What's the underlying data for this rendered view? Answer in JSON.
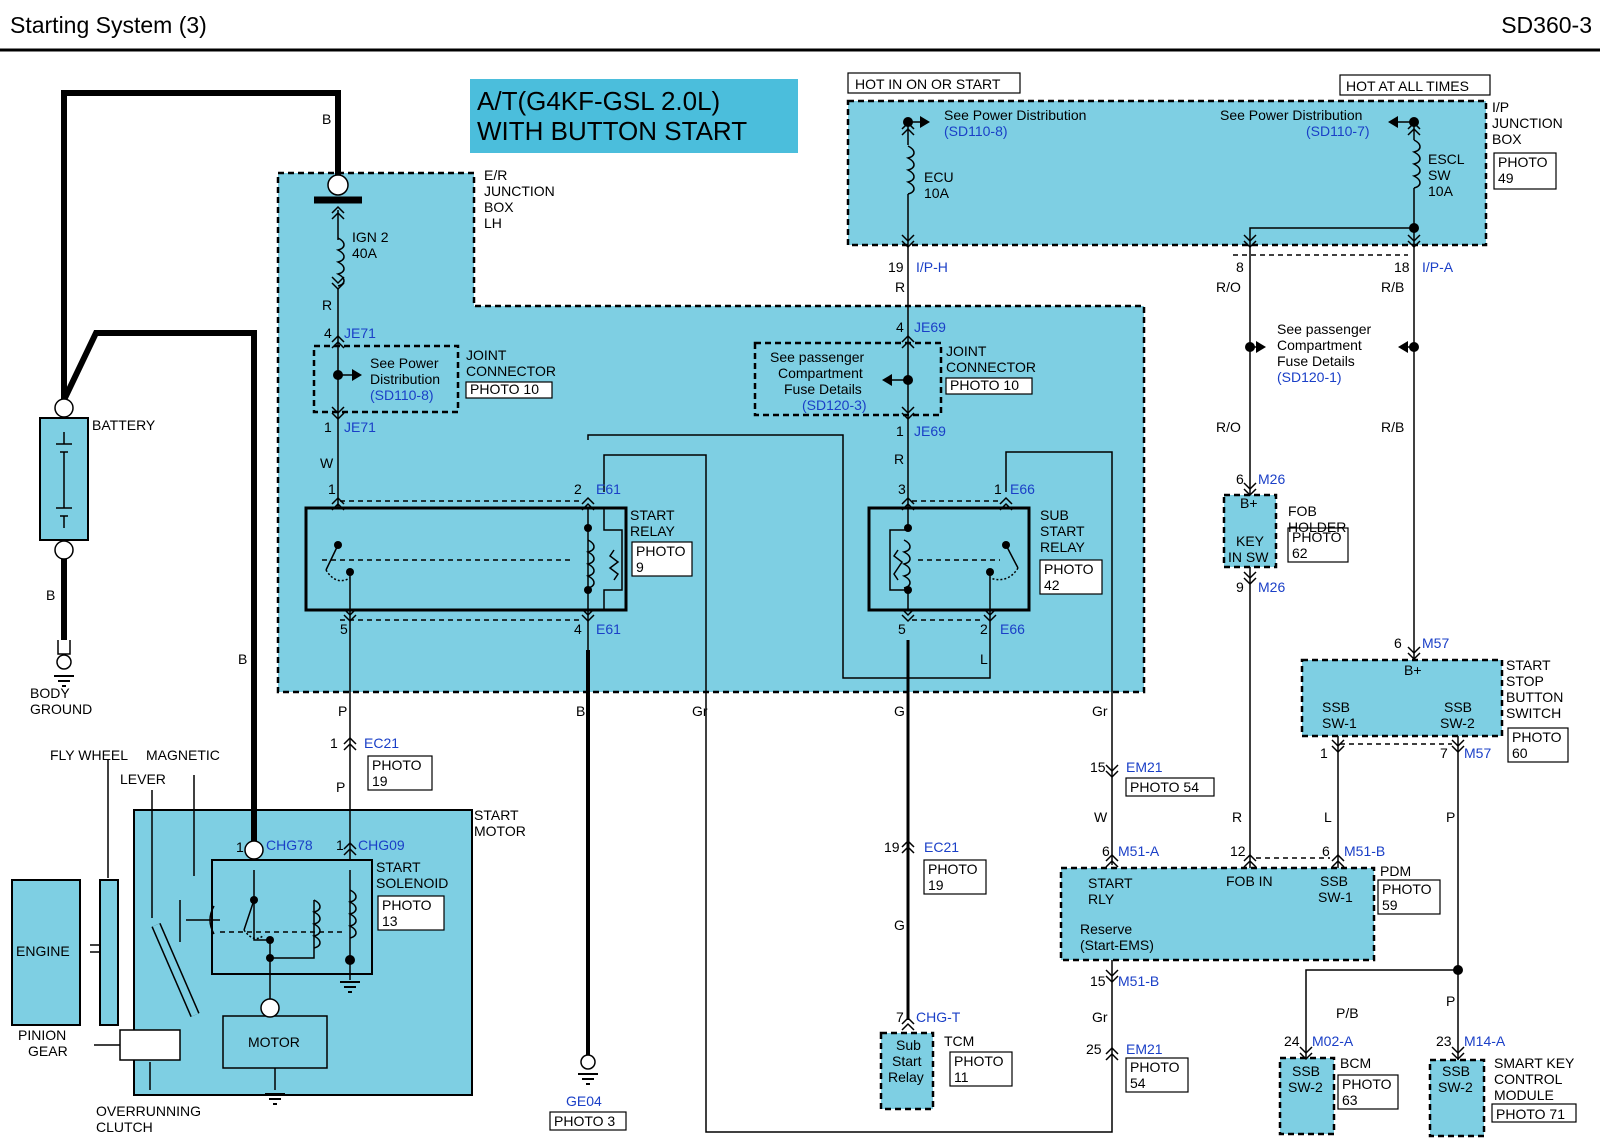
{
  "header": {
    "title": "Starting System (3)",
    "page_code": "SD360-3"
  },
  "banner": {
    "line1": "A/T(G4KF-GSL 2.0L)",
    "line2": "WITH BUTTON START"
  },
  "power_labels": {
    "hot_in_on": "HOT IN ON OR START",
    "hot_all": "HOT AT ALL TIMES"
  },
  "ip_box": {
    "label": [
      "I/P",
      "JUNCTION",
      "BOX"
    ],
    "photo": [
      "PHOTO",
      "49"
    ],
    "spd_left": "See Power Distribution",
    "spd_left_ref": "(SD110-8)",
    "spd_right": "See Power Distribution",
    "spd_right_ref": "(SD110-7)",
    "fuse_ecu": [
      "ECU",
      "10A"
    ],
    "fuse_escl": [
      "ESCL",
      "SW",
      "10A"
    ],
    "pin19": "19",
    "conn_iph": "I/P-H",
    "pin8": "8",
    "pin18": "18",
    "conn_ipa": "I/P-A"
  },
  "er_box": {
    "label": [
      "E/R",
      "JUNCTION",
      "BOX",
      "LH"
    ],
    "fuse": [
      "IGN 2",
      "40A"
    ],
    "wire_b_top": "B",
    "wire_r": "R",
    "pin4": "4",
    "je71": "JE71",
    "pin1": "1",
    "je71b": "JE71",
    "wire_w": "W",
    "jc_left": [
      "See Power",
      "Distribution"
    ],
    "jc_left_ref": "(SD110-8)",
    "joint_left": [
      "JOINT",
      "CONNECTOR"
    ],
    "photo_left": "PHOTO 10",
    "jc_right": [
      "See passenger",
      "Compartment",
      "Fuse Details"
    ],
    "jc_right_ref": "(SD120-3)",
    "joint_right": [
      "JOINT",
      "CONNECTOR"
    ],
    "photo_right": "PHOTO 10",
    "je69_pin4": "4",
    "je69": "JE69",
    "je69_pin1": "1",
    "je69b": "JE69",
    "wire_r2": "R",
    "wire_r_top": "R"
  },
  "start_relay": {
    "label": [
      "START",
      "RELAY"
    ],
    "photo": [
      "PHOTO",
      "9"
    ],
    "p1": "1",
    "p2": "2",
    "e61": "E61",
    "p5": "5",
    "p4": "4",
    "e61b": "E61"
  },
  "sub_relay": {
    "label": [
      "SUB",
      "START",
      "RELAY"
    ],
    "photo": [
      "PHOTO",
      "42"
    ],
    "p3": "3",
    "p1": "1",
    "e66": "E66",
    "p5": "5",
    "p2": "2",
    "e66b": "E66",
    "wire_l": "L"
  },
  "battery": {
    "label": "BATTERY",
    "wire_b": "B",
    "ground": [
      "BODY",
      "GROUND"
    ],
    "wire_b2": "B"
  },
  "motor": {
    "label": [
      "START",
      "MOTOR"
    ],
    "solenoid": [
      "START",
      "SOLENOID"
    ],
    "photo": [
      "PHOTO",
      "13"
    ],
    "chg78_pin": "1",
    "chg78": "CHG78",
    "chg09_pin": "1",
    "chg09": "CHG09",
    "engine": "ENGINE",
    "motor_box": "MOTOR",
    "flywheel": "FLY WHEEL",
    "magnetic": "MAGNETIC",
    "lever": "LEVER",
    "pinion": [
      "PINION",
      "GEAR"
    ],
    "overrun": [
      "OVERRUNNING",
      "CLUTCH"
    ]
  },
  "ec21": {
    "pin": "1",
    "name": "EC21",
    "photo": [
      "PHOTO",
      "19"
    ],
    "wire_p1": "P",
    "wire_p2": "P"
  },
  "ge04": {
    "name": "GE04",
    "photo": "PHOTO 3",
    "wire_b": "B"
  },
  "wire_gr_mid": "Gr",
  "tcm": {
    "wire_g1": "G",
    "ec21_pin": "19",
    "ec21": "EC21",
    "photo": [
      "PHOTO",
      "19"
    ],
    "wire_g2": "G",
    "chg_pin": "7",
    "chgt": "CHG-T",
    "box": [
      "Sub",
      "Start",
      "Relay"
    ],
    "label": "TCM",
    "tcm_photo": [
      "PHOTO",
      "11"
    ]
  },
  "em21": {
    "pin15": "15",
    "name": "EM21",
    "photo": "PHOTO 54",
    "wire_gr": "Gr",
    "wire_w": "W"
  },
  "pdm": {
    "label": "PDM",
    "photo": [
      "PHOTO",
      "59"
    ],
    "pin6a": "6",
    "m51a": "M51-A",
    "pin12": "12",
    "pin6b": "6",
    "m51b": "M51-B",
    "start_rly": [
      "START",
      "RLY"
    ],
    "fob_in": "FOB IN",
    "ssb": [
      "SSB",
      "SW-1"
    ],
    "reserve": [
      "Reserve",
      "(Start-EMS)"
    ],
    "pin15": "15",
    "m51b2": "M51-B",
    "wire_gr": "Gr",
    "em21_pin": "25",
    "em21": "EM21",
    "em21_photo": [
      "PHOTO",
      "54"
    ]
  },
  "fob": {
    "wire_ro1": "R/O",
    "comp_see": [
      "See passenger",
      "Compartment",
      "Fuse Details"
    ],
    "comp_ref": "(SD120-1)",
    "wire_ro2": "R/O",
    "pin6": "6",
    "m26": "M26",
    "bplus": "B+",
    "key": [
      "KEY",
      "IN SW"
    ],
    "label": [
      "FOB",
      "HOLDER"
    ],
    "photo": [
      "PHOTO",
      "62"
    ],
    "pin9": "9",
    "m26b": "M26",
    "wire_r": "R"
  },
  "ssb_switch": {
    "wire_rb1": "R/B",
    "wire_rb2": "R/B",
    "pin6": "6",
    "m57": "M57",
    "bplus": "B+",
    "sw1": [
      "SSB",
      "SW-1"
    ],
    "sw2": [
      "SSB",
      "SW-2"
    ],
    "label": [
      "START",
      "STOP",
      "BUTTON",
      "SWITCH"
    ],
    "photo": [
      "PHOTO",
      "60"
    ],
    "pin1": "1",
    "pin7": "7",
    "m57b": "M57",
    "wire_l": "L",
    "wire_p": "P",
    "wire_pb": "P/B",
    "wire_p2": "P"
  },
  "bcm": {
    "pin": "24",
    "conn": "M02-A",
    "box": [
      "SSB",
      "SW-2"
    ],
    "label": "BCM",
    "photo": [
      "PHOTO",
      "63"
    ]
  },
  "smartkey": {
    "pin": "23",
    "conn": "M14-A",
    "box": [
      "SSB",
      "SW-2"
    ],
    "label": [
      "SMART KEY",
      "CONTROL",
      "MODULE"
    ],
    "photo": "PHOTO 71"
  },
  "colors": {
    "box_fill": "#7ecfe3",
    "wire": "#000000",
    "ref_blue": "#1a3fc7"
  }
}
